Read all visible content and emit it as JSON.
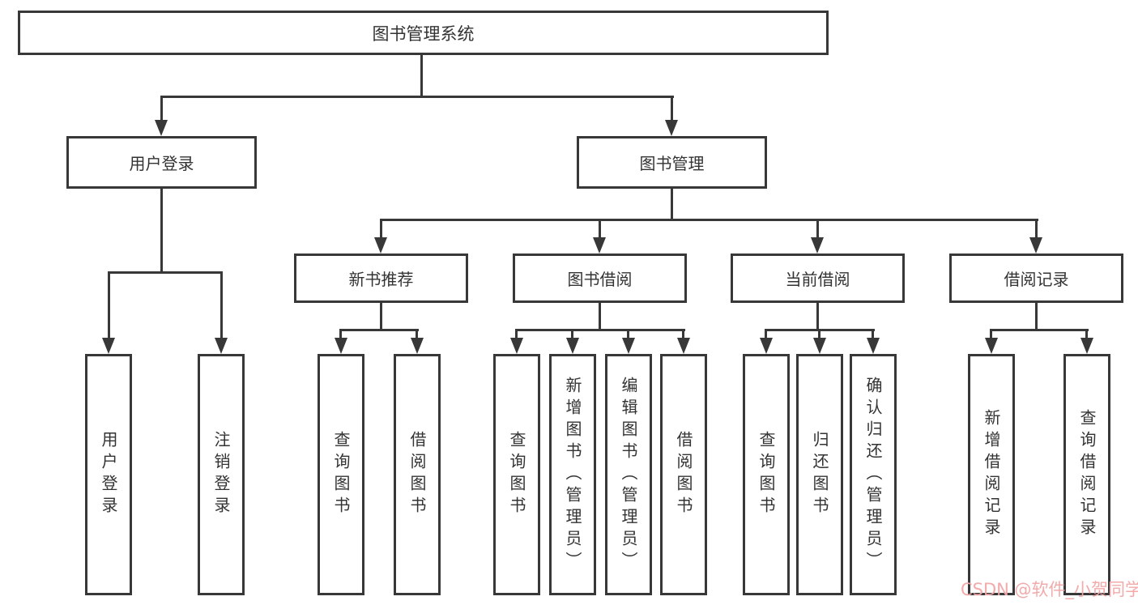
{
  "diagram": {
    "title": "图书管理系统",
    "level2": [
      {
        "label": "用户登录"
      },
      {
        "label": "图书管理"
      }
    ],
    "level3": [
      {
        "label": "新书推荐"
      },
      {
        "label": "图书借阅"
      },
      {
        "label": "当前借阅"
      },
      {
        "label": "借阅记录"
      }
    ],
    "leaves": {
      "user_login": [
        "用户登录",
        "注销登录"
      ],
      "new_book_recommend": [
        "查询图书",
        "借阅图书"
      ],
      "book_borrowing": [
        "查询图书",
        "新增图书（管理员）",
        "编辑图书（管理员）",
        "借阅图书"
      ],
      "current_borrowing": [
        "查询图书",
        "归还图书",
        "确认归还（管理员）"
      ],
      "borrowing_records": [
        "新增借阅记录",
        "查询借阅记录"
      ]
    },
    "watermark": "CSDN @软件_小贺同学",
    "colors": {
      "line": "#383838",
      "text": "#333333",
      "watermark": "#F2A6A6",
      "background": "#FFFFFF"
    }
  }
}
